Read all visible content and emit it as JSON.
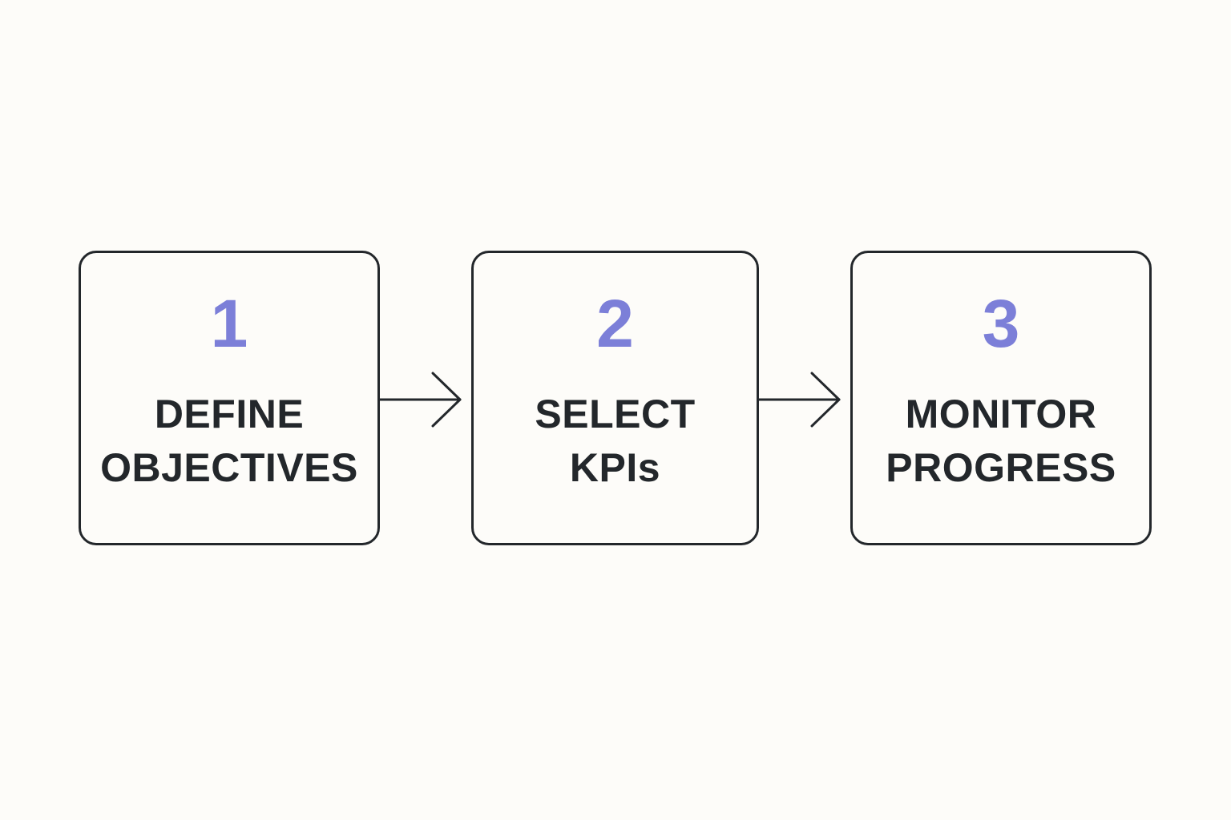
{
  "colors": {
    "background": "#fdfcf9",
    "border": "#23272b",
    "number": "#7c7fd8",
    "label": "#23272b"
  },
  "steps": [
    {
      "number": "1",
      "label_line1": "DEFINE",
      "label_line2": "OBJECTIVES"
    },
    {
      "number": "2",
      "label_line1": "SELECT",
      "label_line2": "KPIs"
    },
    {
      "number": "3",
      "label_line1": "MONITOR",
      "label_line2": "PROGRESS"
    }
  ],
  "arrows": [
    {
      "from": "1",
      "to": "2",
      "icon": "arrow-right-icon"
    },
    {
      "from": "2",
      "to": "3",
      "icon": "arrow-right-icon"
    }
  ]
}
